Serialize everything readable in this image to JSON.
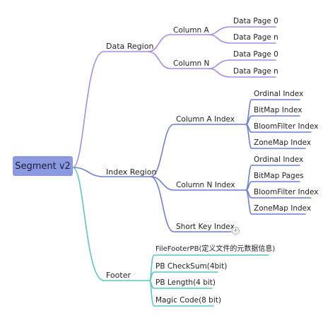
{
  "root": {
    "label": "Segment v2"
  },
  "regions": {
    "data_region": {
      "label": "Data Region",
      "column_a": {
        "label": "Column A",
        "pages": [
          "Data Page 0",
          "Data Page n"
        ]
      },
      "column_n": {
        "label": "Column N",
        "pages": [
          "Data Page 0",
          "Data Page n"
        ]
      }
    },
    "index_region": {
      "label": "Index Region",
      "column_a_index": {
        "label": "Column A Index",
        "items": [
          "Ordinal Index",
          "BitMap Index",
          "BloomFilter Index",
          "ZoneMap Index"
        ]
      },
      "column_n_index": {
        "label": "Column N Index",
        "items": [
          "Ordinal Index",
          "BitMap Pages",
          "BloomFilter Index",
          "ZoneMap Index"
        ]
      },
      "short_key_index": {
        "label": "Short Key Index"
      }
    },
    "footer": {
      "label": "Footer",
      "items": [
        "FileFooterPB(定义文件的元数据信息)",
        "PB CheckSum(4bit)",
        "PB Length(4 bit)",
        "Magic Code(8 bit)"
      ]
    }
  },
  "expand_button": {
    "symbol": "+"
  },
  "colors": {
    "root_fill": "#8b9ae0",
    "data_branch": "#a98be0",
    "index_branch": "#6c7fd6",
    "footer_branch": "#5cc6c2"
  }
}
